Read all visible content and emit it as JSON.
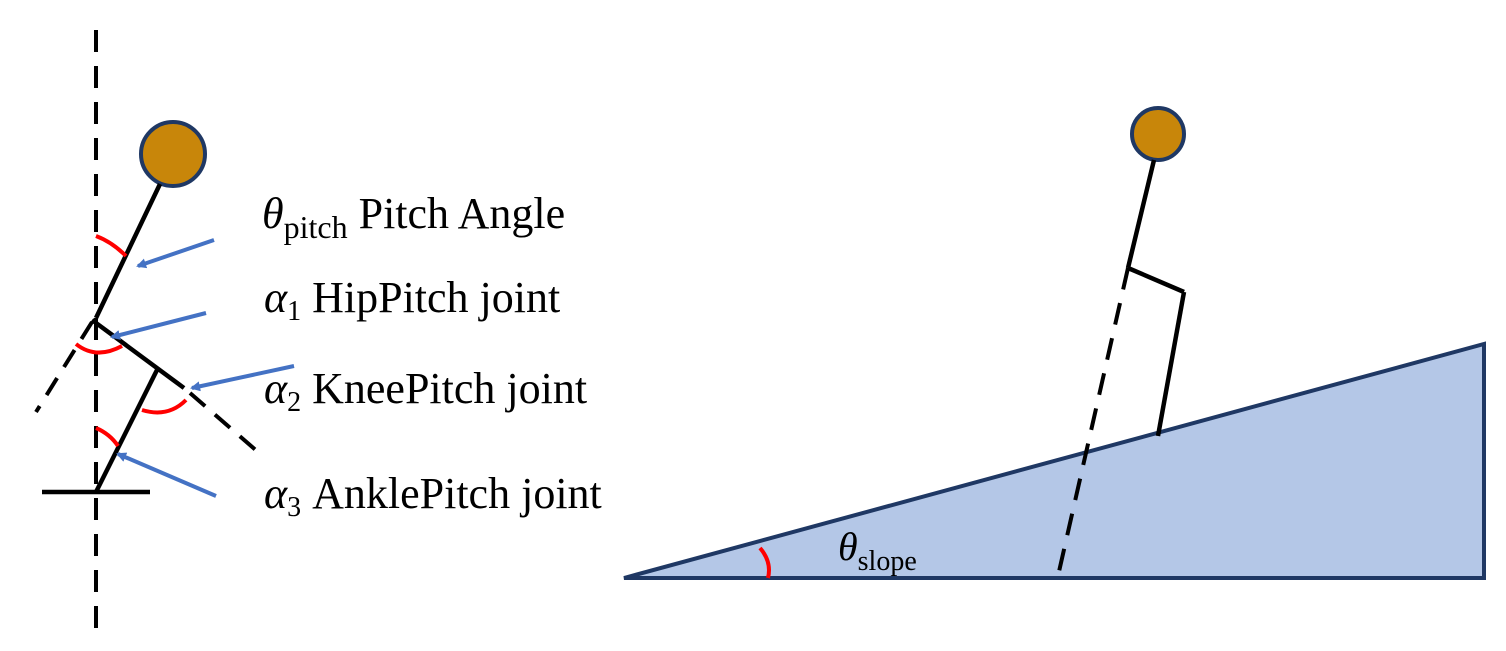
{
  "colors": {
    "background": "#ffffff",
    "ink": "#000000",
    "head_fill": "#c8860a",
    "head_stroke": "#1f3864",
    "angle_marks": "#ff0000",
    "arrows": "#4472c4",
    "slope_fill": "#b4c7e7",
    "slope_stroke": "#1f3864"
  },
  "left_diagram": {
    "labels": [
      {
        "symbol": "θ",
        "subscript": "pitch",
        "text": "Pitch Angle"
      },
      {
        "symbol": "α",
        "subscript": "1",
        "text": "HipPitch joint"
      },
      {
        "symbol": "α",
        "subscript": "2",
        "text": "KneePitch joint"
      },
      {
        "symbol": "α",
        "subscript": "3",
        "text": "AnklePitch joint"
      }
    ]
  },
  "right_diagram": {
    "slope_label": {
      "symbol": "θ",
      "subscript": "slope"
    }
  }
}
